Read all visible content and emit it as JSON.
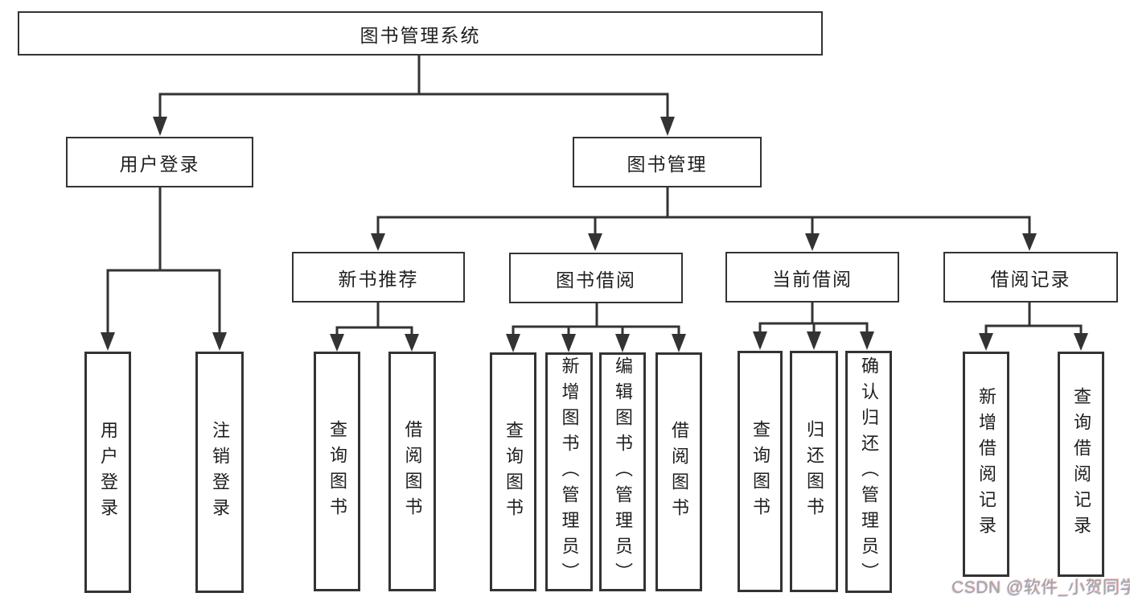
{
  "diagram": {
    "watermark": "CSDN @软件_小贺同学",
    "colors": {
      "line": "#333333",
      "box_border": "#333333",
      "text": "#1f1f1f",
      "watermark_text": "#a3a3a3",
      "background": "#ffffff"
    },
    "root": {
      "label": "图书管理系统"
    },
    "level2": [
      {
        "id": "user-login",
        "label": "用户登录"
      },
      {
        "id": "book-management",
        "label": "图书管理"
      }
    ],
    "level3": [
      {
        "id": "new-book-recommend",
        "label": "新书推荐",
        "parent": "图书管理"
      },
      {
        "id": "book-borrowing",
        "label": "图书借阅",
        "parent": "图书管理"
      },
      {
        "id": "current-borrowing",
        "label": "当前借阅",
        "parent": "图书管理"
      },
      {
        "id": "borrowing-records",
        "label": "借阅记录",
        "parent": "图书管理"
      }
    ],
    "leaves": [
      {
        "id": "user-login-leaf",
        "label": "用户登录",
        "parent": "用户登录"
      },
      {
        "id": "logout-leaf",
        "label": "注销登录",
        "parent": "用户登录"
      },
      {
        "id": "query-books-recommend",
        "label": "查询图书",
        "parent": "新书推荐"
      },
      {
        "id": "borrow-books-recommend",
        "label": "借阅图书",
        "parent": "新书推荐"
      },
      {
        "id": "query-books-borrowing",
        "label": "查询图书",
        "parent": "图书借阅"
      },
      {
        "id": "add-books-admin",
        "label": "新增图书（管理员）",
        "parent": "图书借阅"
      },
      {
        "id": "edit-books-admin",
        "label": "编辑图书（管理员）",
        "parent": "图书借阅"
      },
      {
        "id": "borrow-books-borrowing",
        "label": "借阅图书",
        "parent": "图书借阅"
      },
      {
        "id": "query-books-current",
        "label": "查询图书",
        "parent": "当前借阅"
      },
      {
        "id": "return-books",
        "label": "归还图书",
        "parent": "当前借阅"
      },
      {
        "id": "confirm-return-admin",
        "label": "确认归还（管理员）",
        "parent": "当前借阅"
      },
      {
        "id": "add-borrow-record",
        "label": "新增借阅记录",
        "parent": "借阅记录"
      },
      {
        "id": "query-borrow-record",
        "label": "查询借阅记录",
        "parent": "借阅记录"
      }
    ]
  }
}
